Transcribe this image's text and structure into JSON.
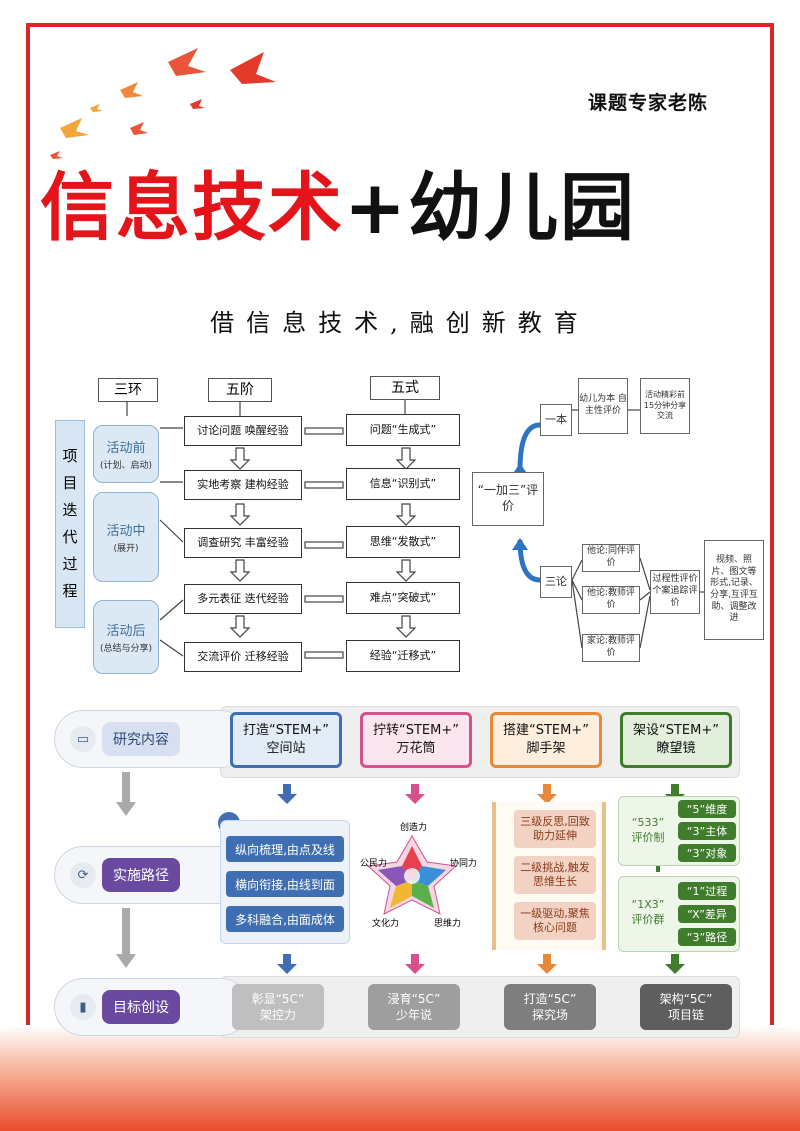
{
  "header": {
    "author": "课题专家老陈",
    "title_red": "信息技术",
    "title_black": "+幼儿园",
    "subtitle": "借信息技术,融创新教育"
  },
  "flow": {
    "side_label": [
      "项",
      "目",
      "迭",
      "代",
      "过",
      "程"
    ],
    "col_headers": [
      "三环",
      "五阶",
      "五式"
    ],
    "stages": [
      {
        "name": "活动前",
        "sub": "(计划、启动)"
      },
      {
        "name": "活动中",
        "sub": "(展开)"
      },
      {
        "name": "活动后",
        "sub": "(总结与分享)"
      }
    ],
    "steps": [
      "讨论问题 唤醒经验",
      "实地考察 建构经验",
      "调查研究 丰富经验",
      "多元表征 迭代经验",
      "交流评价 迁移经验"
    ],
    "styles": [
      "问题“生成式”",
      "信息“识别式”",
      "思维“发散式”",
      "难点“突破式”",
      "经验“迁移式”"
    ],
    "center_eval": "“一加三”评价",
    "one": {
      "label": "一本",
      "box1": "幼儿为本 自主性评价",
      "box2": "活动精彩前 15分钟分享 交流"
    },
    "three": {
      "label": "三论",
      "items": [
        "他论:同伴评价",
        "他论:教师评价",
        "家论:教师评价"
      ],
      "mid": "过程性评价 个案追踪评价",
      "right": "视频、照片、图文等形式,记录、分享,互评互助、调整改进"
    }
  },
  "lower": {
    "row_labels": [
      "研究内容",
      "实施路径",
      "目标创设"
    ],
    "stem": [
      "打造“STEM+”\n空间站",
      "拧转“STEM+”\n万花筒",
      "搭建“STEM+”\n脚手架",
      "架设“STEM+”\n瞭望镜"
    ],
    "blue_rows": [
      "纵向梳理,由点及线",
      "横向衔接,由线到面",
      "多科融合,由面成体"
    ],
    "star_labels": [
      "创造力",
      "协同力",
      "思维力",
      "文化力",
      "公民力"
    ],
    "orange": [
      "三级反思,回致助力延伸",
      "二级挑战,触发思维生长",
      "一级驱动,聚焦核心问题"
    ],
    "green_left": [
      "“533”\n评价制",
      "“1X3”\n评价群"
    ],
    "green_right_a": [
      "“5”维度",
      "“3”主体",
      "“3”对象"
    ],
    "green_right_b": [
      "“1”过程",
      "“X”差异",
      "“3”路径"
    ],
    "goals": [
      "彰显“5C”\n架控力",
      "浸育“5C”\n少年说",
      "打造“5C”\n探究场",
      "架构“5C”\n项目链"
    ]
  },
  "colors": {
    "red": "#e3151b",
    "blue": "#3f6fb2",
    "pink": "#d84f8d",
    "orange": "#e8893a",
    "green": "#3f7d2d",
    "purple": "#6a4aa0"
  }
}
